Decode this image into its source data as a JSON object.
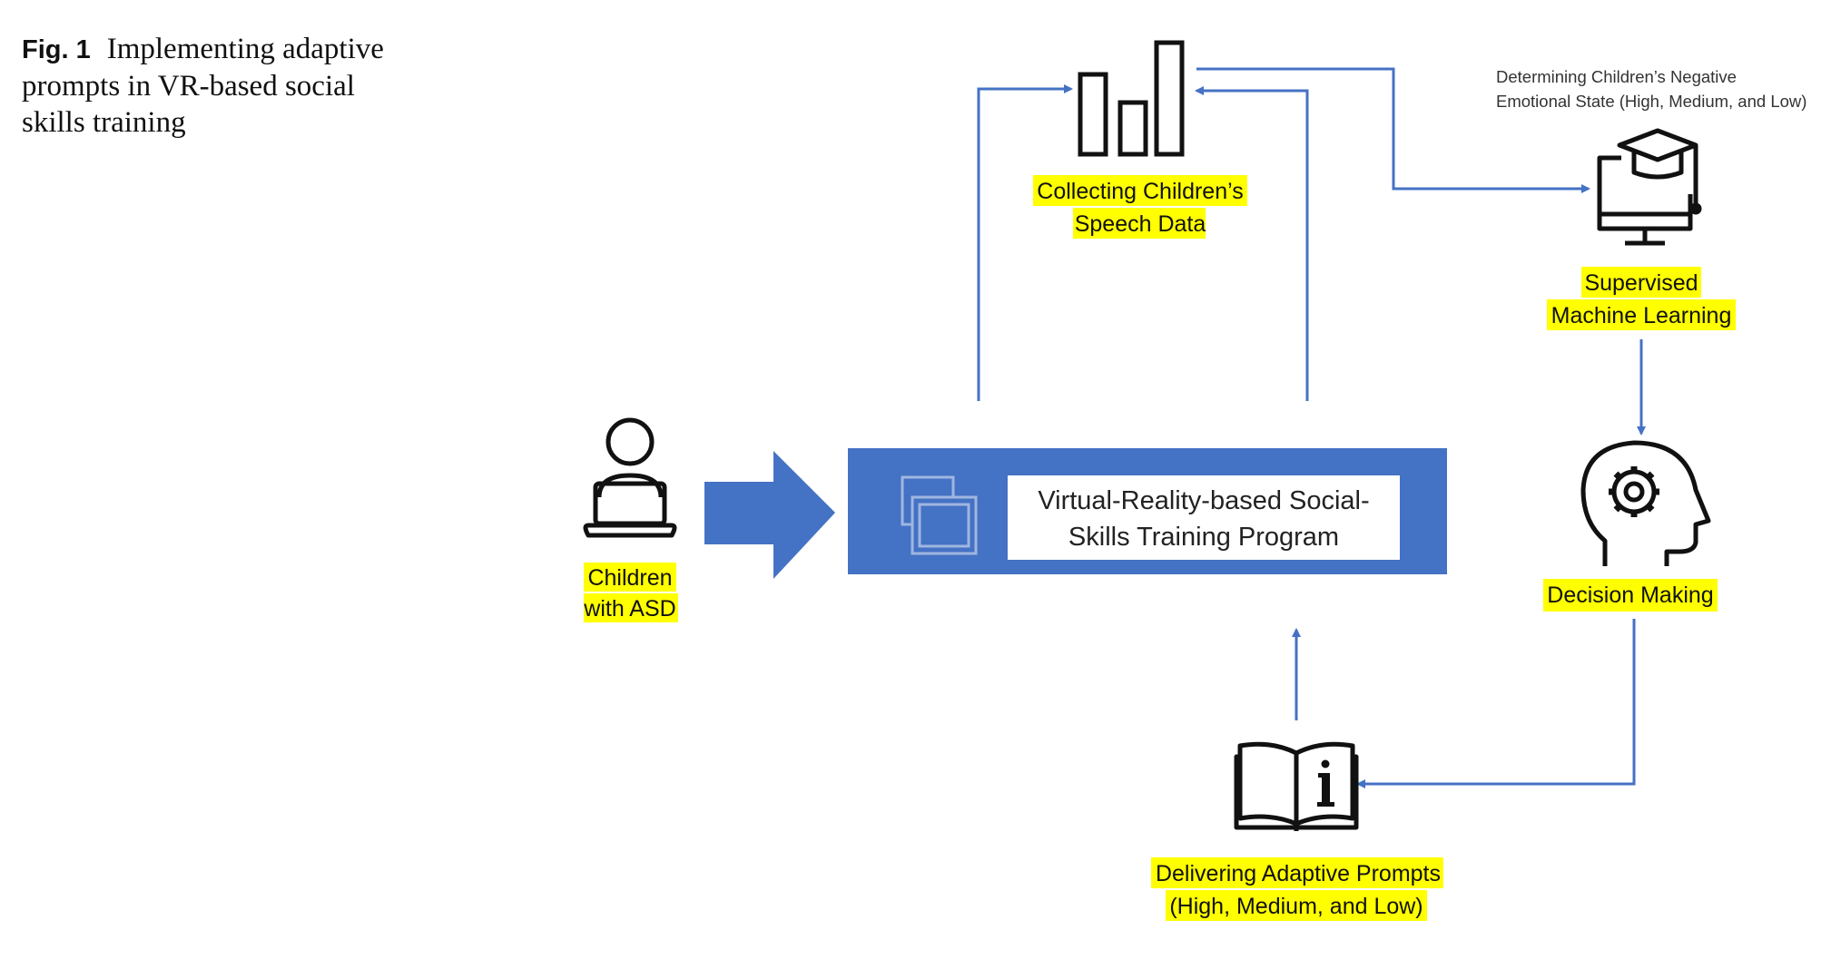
{
  "caption": {
    "label": "Fig. 1",
    "text": "Implementing adaptive prompts in VR-based social skills training"
  },
  "nodes": {
    "children": {
      "line1": "Children",
      "line2": "with ASD",
      "icon": "person-with-laptop-icon"
    },
    "vr_program": {
      "line1": "Virtual-Reality-based Social-",
      "line2": "Skills Training Program",
      "icon": "stacked-windows-icon"
    },
    "speech_data": {
      "line1": "Collecting Children’s",
      "line2": "Speech Data",
      "icon": "bar-chart-icon"
    },
    "emotional_state": {
      "line1": "Determining Children’s Negative",
      "line2": "Emotional State (High, Medium, and Low)"
    },
    "ml": {
      "line1": "Supervised",
      "line2": "Machine Learning",
      "icon": "computer-graduation-cap-icon"
    },
    "decision": {
      "line1": "Decision Making",
      "icon": "head-gear-icon"
    },
    "prompts": {
      "line1": "Delivering Adaptive Prompts",
      "line2": "(High, Medium, and Low)",
      "icon": "info-book-icon"
    }
  },
  "colors": {
    "arrow": "#4472c4",
    "vr_box": "#4472c4",
    "highlight": "#ffff00",
    "icon_stroke": "#111111"
  }
}
